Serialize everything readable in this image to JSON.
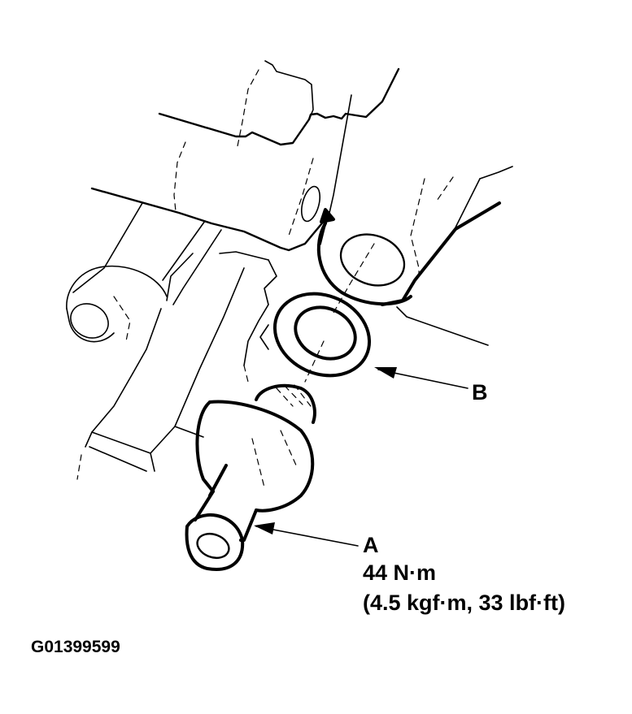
{
  "figure": {
    "id": "G01399599",
    "description": "Line drawing of a fitting bolt (A) and sealing washer (B) installed into a housing port"
  },
  "callouts": [
    {
      "letter": "A",
      "part": "fitting bolt",
      "torque_primary": "44 N·m",
      "torque_alternate": "(4.5 kgf·m, 33 lbf·ft)"
    },
    {
      "letter": "B",
      "part": "sealing washer"
    }
  ],
  "colors": {
    "line": "#000000",
    "background": "#ffffff"
  }
}
